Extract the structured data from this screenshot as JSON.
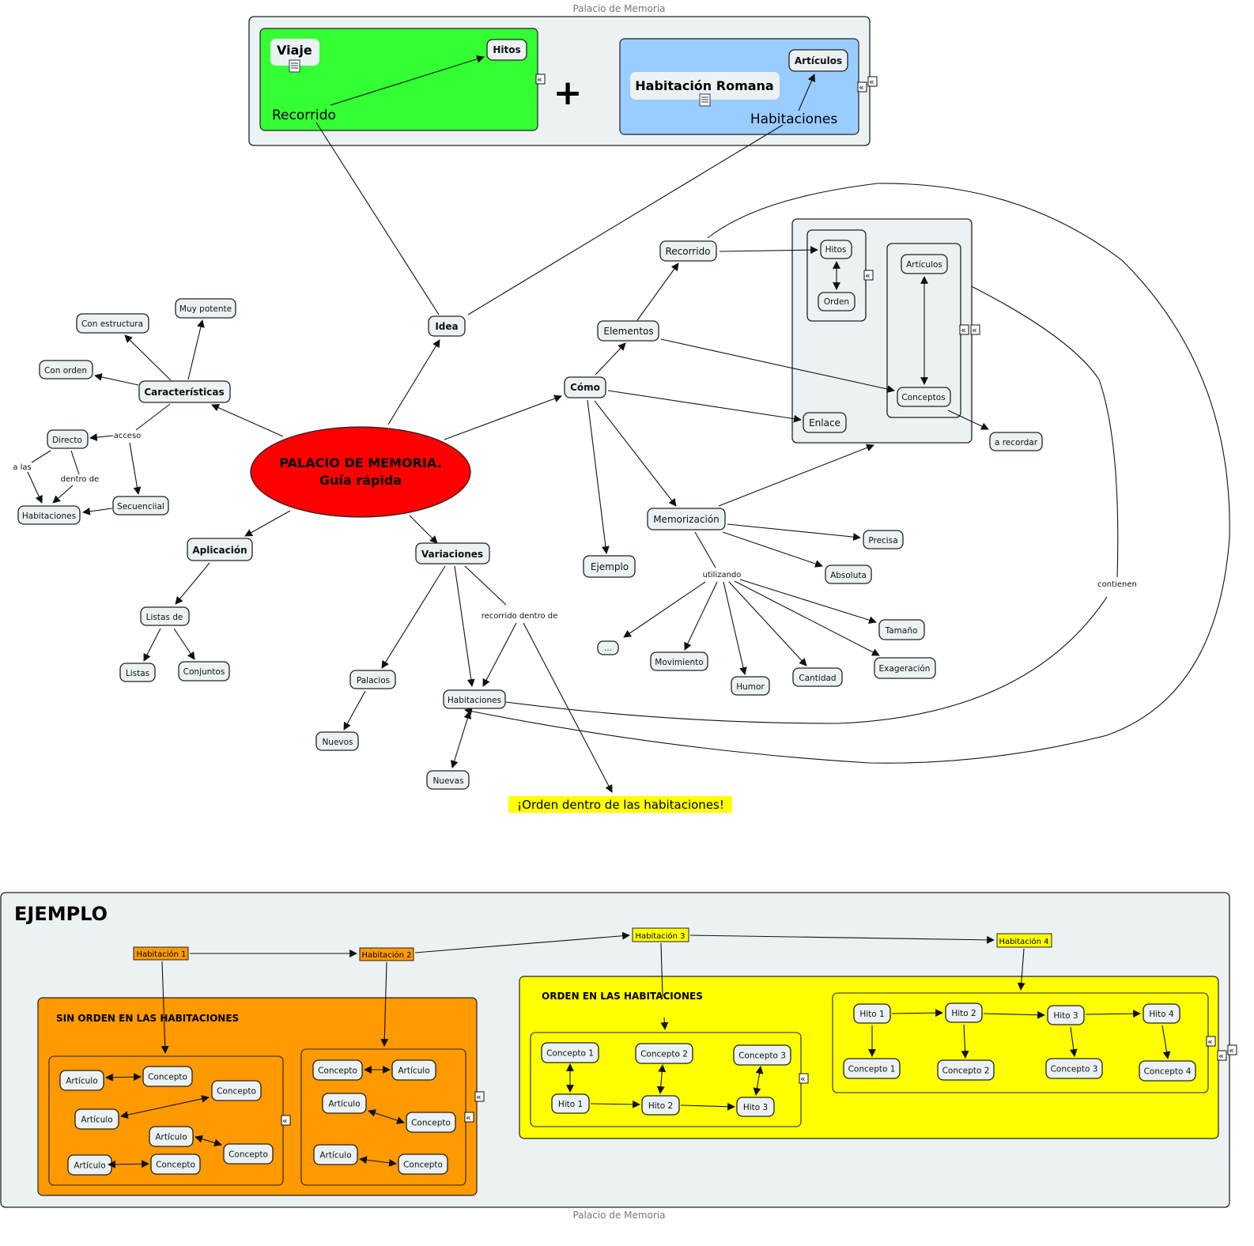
{
  "caption_top": "Palacio de Memoria",
  "caption_bottom": "Palacio de Memoria",
  "colors": {
    "node_fill": "#ecf2f4",
    "central": "#ff0000",
    "green": "#33ff33",
    "blue": "#99ccff",
    "orange": "#ff9900",
    "yellow": "#ffff00"
  },
  "header_panel": {
    "viaje": {
      "title": "Viaje",
      "hitos": "Hitos",
      "recorrido": "Recorrido"
    },
    "plus": "+",
    "romana": {
      "title": "Habitación Romana",
      "articulos": "Artículos",
      "habitaciones": "Habitaciones"
    }
  },
  "central": {
    "line1": "PALACIO DE MEMORIA.",
    "line2": "Guía rápida"
  },
  "nodes": {
    "idea": "Idea",
    "caracteristicas": "Características",
    "con_estructura": "Con estructura",
    "muy_potente": "Muy potente",
    "con_orden": "Con orden",
    "directo": "Directo",
    "secuencial": "Secuenciial",
    "habitaciones_left": "Habitaciones",
    "aplicacion": "Aplicación",
    "listas_de": "Listas de",
    "listas": "Listas",
    "conjuntos": "Conjuntos",
    "variaciones": "Variaciones",
    "palacios": "Palacios",
    "nuevos": "Nuevos",
    "habitaciones_var": "Habitaciones",
    "nuevas": "Nuevas",
    "orden_note": "¡Orden dentro de las habitaciones!",
    "como": "Cómo",
    "elementos": "Elementos",
    "recorrido": "Recorrido",
    "hitos": "Hitos",
    "orden": "Orden",
    "articulos": "Artículos",
    "conceptos": "Conceptos",
    "enlace": "Enlace",
    "a_recordar": "a recordar",
    "ejemplo": "Ejemplo",
    "memorizacion": "Memorización",
    "precisa": "Precisa",
    "absoluta": "Absoluta",
    "ellipsis": "...",
    "movimiento": "Movimiento",
    "humor": "Humor",
    "cantidad": "Cantidad",
    "exageracion": "Exageración",
    "tamano": "Tamaño"
  },
  "link_labels": {
    "acceso": "acceso",
    "a_las": "a las",
    "dentro_de": "dentro de",
    "recorrido_dentro_de": "recorrido dentro de",
    "utilizando": "utilizando",
    "contienen": "contienen"
  },
  "ejemplo": {
    "title": "EJEMPLO",
    "rooms": [
      "Habitación 1",
      "Habitación 2",
      "Habitación 3",
      "Habitación 4"
    ],
    "sin_orden_title": "SIN ORDEN EN LAS HABITACIONES",
    "orden_title": "ORDEN EN LAS HABITACIONES",
    "articulo": "Artículo",
    "concepto": "Concepto",
    "room3": {
      "conceptos": [
        "Concepto 1",
        "Concepto 2",
        "Concepto 3"
      ],
      "hitos": [
        "Hito 1",
        "Hito 2",
        "Hito 3"
      ]
    },
    "room4": {
      "hitos": [
        "Hito 1",
        "Hito 2",
        "Hito 3",
        "Hito 4"
      ],
      "conceptos": [
        "Concepto 1",
        "Concepto 2",
        "Concepto 3",
        "Concepto 4"
      ]
    }
  },
  "expander_glyph": "«"
}
